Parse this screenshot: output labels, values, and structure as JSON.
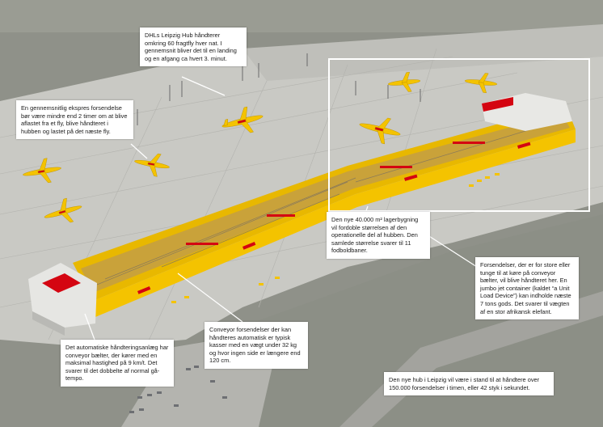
{
  "callouts": {
    "flights": "DHLs Leipzig Hub håndterer omkring 60 fragtfly hver nat. I gennemsnit bliver det til en landing og en afgang ca hvert 3. minut.",
    "express": "En gennemsnitlig ekspres forsendelse bør være mindre end 2 timer om at blive aflastet fra et fly, blive håndteret i hubben og lastet på det næste fly.",
    "warehouse": "Den nye 40.000 m² lagerbygning vil fordoble størrelsen af den operationelle del af hubben. Den samlede størrelse svarer til 11 fodboldbaner.",
    "uld": "Forsendelser, der er for store eller tunge til at køre på conveyor bælter, vil blive håndteret her. En jumbo jet container (kaldet “a Unit Load Device”) kan indholde næste 7 tons gods. Det svarer til vægten af en stor afrikansk elefant.",
    "conveyor": "Conveyor forsendelser der kan håndteres automatisk er typisk kasser med en vægt under 32 kg og hvor ingen side er længere end 120 cm.",
    "automatic": "Det automatiske håndteringsanlæg har conveyor bælter, der kører med en maksimal hastighed på 9 km/t. Det svarer til det dobbelte af normal gå-tempo.",
    "capacity": "Den nye hub i Leipzig vil være i stand til at håndtere over 150.000 forsendelser i timen, eller 42 styk i sekundet."
  },
  "colors": {
    "apron": "#c9c9c4",
    "grass": "#8f9189",
    "building": "#f4c300",
    "building_dark": "#d9a400",
    "accent": "#d40511",
    "callout_bg": "#ffffff"
  },
  "icons": {
    "aircraft": "dhl-cargo-plane-icon"
  }
}
